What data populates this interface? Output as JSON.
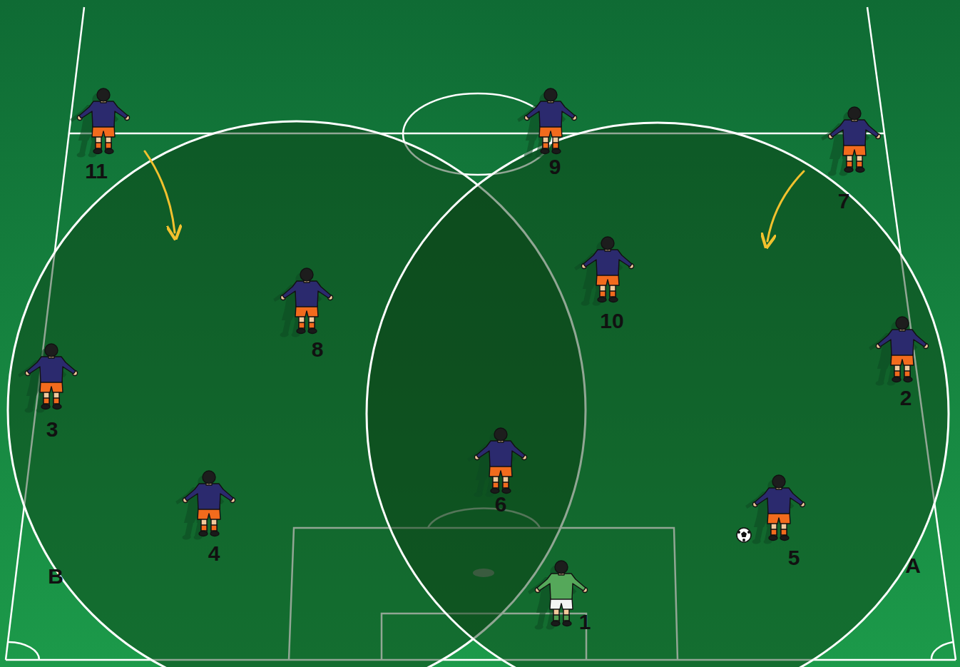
{
  "diagram": {
    "labels": [
      "11",
      "9",
      "7",
      "10",
      "8",
      "2",
      "3",
      "6",
      "4",
      "5",
      "A",
      "B",
      "1"
    ]
  }
}
